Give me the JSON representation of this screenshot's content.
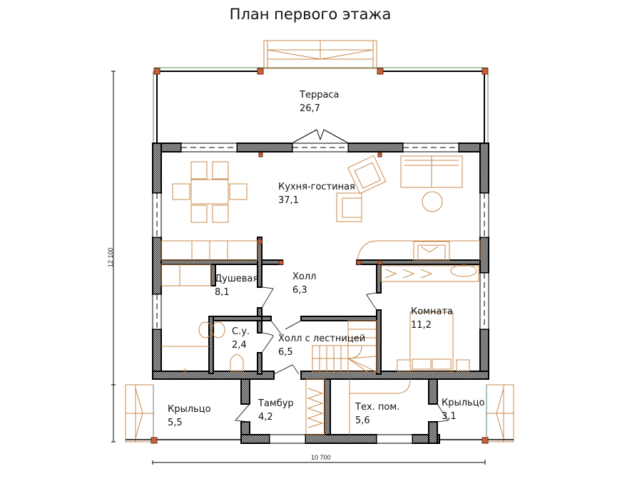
{
  "title": "План первого этажа",
  "colors": {
    "wall_fill": "#9a9a9a",
    "wall_stroke": "#000000",
    "furniture": "#c8884a",
    "column": "#c9623b",
    "glazing": "#5a8a5a"
  },
  "rooms": [
    {
      "id": "terrace",
      "name": "Терраса",
      "area": "26,7"
    },
    {
      "id": "kitchen-living",
      "name": "Кухня-гостиная",
      "area": "37,1"
    },
    {
      "id": "shower",
      "name": "Душевая",
      "area": "8,1"
    },
    {
      "id": "hall",
      "name": "Холл",
      "area": "6,3"
    },
    {
      "id": "room",
      "name": "Комната",
      "area": "11,2"
    },
    {
      "id": "wc",
      "name": "С.у.",
      "area": "2,4"
    },
    {
      "id": "stair-hall",
      "name": "Холл с лестницей",
      "area": "6,5"
    },
    {
      "id": "porch-left",
      "name": "Крыльцо",
      "area": "5,5"
    },
    {
      "id": "vestibule",
      "name": "Тамбур",
      "area": "4,2"
    },
    {
      "id": "utility",
      "name": "Тех. пом.",
      "area": "5,6"
    },
    {
      "id": "porch-right",
      "name": "Крыльцо",
      "area": "3,1"
    }
  ],
  "dimensions": {
    "width": "10 700",
    "height": "12 100"
  }
}
